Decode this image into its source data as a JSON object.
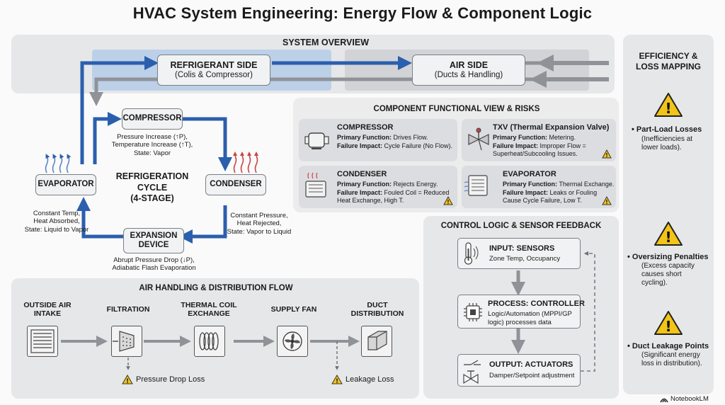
{
  "title": "HVAC System Engineering: Energy Flow & Component Logic",
  "overview": {
    "heading": "SYSTEM OVERVIEW",
    "refrigerant_title": "REFRIGERANT SIDE",
    "refrigerant_sub": "(Colis & Compressor)",
    "air_title": "AIR SIDE",
    "air_sub": "(Ducts & Handling)"
  },
  "cycle": {
    "center_line1": "REFRIGERATION",
    "center_line2": "CYCLE",
    "center_line3": "(4-STAGE)",
    "compressor": {
      "label": "COMPRESSOR",
      "caption": [
        "Pressure Increase (↑P),",
        "Temperature Increase (↑T),",
        "State: Vapor"
      ]
    },
    "condenser": {
      "label": "CONDENSER",
      "caption": [
        "Constant Pressure,",
        "Heat Rejected,",
        "State: Vapor to Liquid"
      ]
    },
    "expansion": {
      "label1": "EXPANSION",
      "label2": "DEVICE",
      "caption": [
        "Abrupt Pressure Drop (↓P),",
        "Adiabatic Flash Evaporation"
      ]
    },
    "evaporator": {
      "label": "EVAPORATOR",
      "caption": [
        "Constant Temp,",
        "Heat Absorbed,",
        "State: Liquid to Vapor"
      ]
    }
  },
  "components": {
    "heading": "COMPONENT FUNCTIONAL VIEW & RISKS",
    "cards": [
      {
        "title": "COMPRESSOR",
        "primary_label": "Primary Function:",
        "primary": "Drives Flow.",
        "failure_label": "Failure Impact:",
        "failure": [
          "Cycle Failure (No Flow)."
        ]
      },
      {
        "title": "TXV (Thermal Expansion Valve)",
        "primary_label": "Primary Function:",
        "primary": "Metering.",
        "failure_label": "Failure Impact:",
        "failure": [
          "Improper Flow =",
          "Superheat/Subcooling Issues."
        ]
      },
      {
        "title": "CONDENSER",
        "primary_label": "Primary Function:",
        "primary": "Rejects Energy.",
        "failure_label": "Failure Impact:",
        "failure": [
          "Fouled Coil = Reduced",
          "Heat Exchange, High T."
        ]
      },
      {
        "title": "EVAPORATOR",
        "primary_label": "Primary Function:",
        "primary": "Thermal Exchange.",
        "failure_label": "Failure Impact:",
        "failure": [
          "Leaks or Fouling",
          "Cause Cycle Failure, Low T."
        ]
      }
    ]
  },
  "air_handling": {
    "heading": "AIR HANDLING & DISTRIBUTION FLOW",
    "stages": [
      {
        "label": [
          "OUTSIDE AIR",
          "INTAKE"
        ]
      },
      {
        "label": [
          "FILTRATION"
        ]
      },
      {
        "label": [
          "THERMAL COIL",
          "EXCHANGE"
        ]
      },
      {
        "label": [
          "SUPPLY FAN"
        ]
      },
      {
        "label": [
          "DUCT",
          "DISTRIBUTION"
        ]
      }
    ],
    "loss1": "Pressure Drop Loss",
    "loss2": "Leakage Loss"
  },
  "control": {
    "heading": "CONTROL LOGIC & SENSOR FEEDBACK",
    "input_title": "INPUT: SENSORS",
    "input_text": "Zone Temp, Occupancy",
    "process_title": "PROCESS: CONTROLLER",
    "process_text": [
      "Logic/Automation (MPPI/GP",
      "logic) processes data"
    ],
    "output_title": "OUTPUT: ACTUATORS",
    "output_text": "Damper/Setpoint adjustment"
  },
  "efficiency": {
    "heading": [
      "EFFICIENCY &",
      "LOSS MAPPING"
    ],
    "items": [
      {
        "head": "Part-Load Losses",
        "text": [
          "(Inefficiencies at",
          "lower loads)."
        ]
      },
      {
        "head": "Oversizing Penalties",
        "text": [
          "(Excess capacity",
          "causes short",
          "cycling)."
        ]
      },
      {
        "head": "Duct Leakage Points",
        "text": [
          "(Significant energy",
          "loss in distribution)."
        ]
      }
    ]
  },
  "footer": "NotebookLM",
  "colors": {
    "blue": "#2b5fad",
    "gray_arrow": "#8f9398",
    "warning": "#f2c418"
  }
}
